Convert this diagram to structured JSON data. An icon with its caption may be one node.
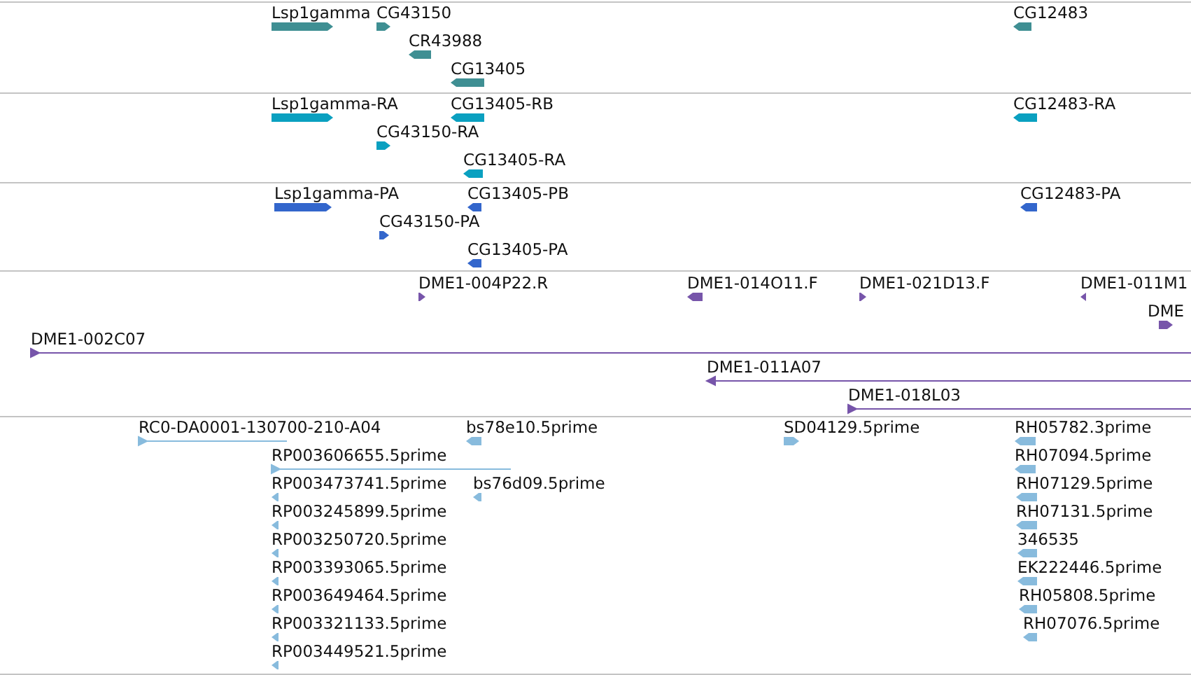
{
  "diagram": {
    "labels": [
      "Lsp1gamma",
      "CG43150",
      "CR43988",
      "CG13405",
      "CG12483",
      "Lsp1gamma-RA",
      "CG13405-RB",
      "CG12483-RA",
      "CG43150-RA",
      "CG13405-RA",
      "Lsp1gamma-PA",
      "CG13405-PB",
      "CG12483-PA",
      "CG43150-PA",
      "CG13405-PA",
      "DME1-004P22.R",
      "DME1-014O11.F",
      "DME1-021D13.F",
      "DME1-011M1",
      "DME",
      "DME1-002C07",
      "DME1-011A07",
      "DME1-018L03",
      "RC0-DA0001-130700-210-A04",
      "bs78e10.5prime",
      "SD04129.5prime",
      "RH05782.3prime",
      "RP003606655.5prime",
      "RH07094.5prime",
      "RP003473741.5prime",
      "bs76d09.5prime",
      "RH07129.5prime",
      "RP003245899.5prime",
      "RH07131.5prime",
      "RP003250720.5prime",
      "346535",
      "RP003393065.5prime",
      "EK222446.5prime",
      "RP003649464.5prime",
      "RH05808.5prime",
      "RP003321133.5prime",
      "RH07076.5prime",
      "RP003449521.5prime"
    ]
  }
}
